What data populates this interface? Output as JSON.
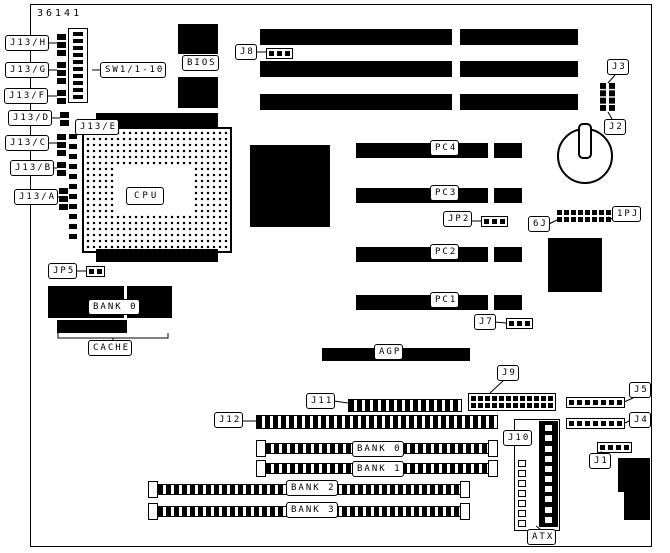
{
  "colors": {
    "ink": "#000000",
    "paper": "#ffffff"
  },
  "board": {
    "part_number": "36141"
  },
  "left_edge": {
    "j13h": "J13/H",
    "j13g": "J13/G",
    "j13f": "J13/F",
    "j13e": "J13/E",
    "j13d": "J13/D",
    "j13c": "J13/C",
    "j13b": "J13/B",
    "j13a": "J13/A",
    "sw1": "SW1/1-10",
    "jp5": "JP5"
  },
  "chips": {
    "bios": "BIOS",
    "cpu": "CPU"
  },
  "slots": {
    "pc4": "PC4",
    "pc3": "PC3",
    "pc2": "PC2",
    "pc1": "PC1",
    "agp": "AGP"
  },
  "connectors": {
    "j8": "J8",
    "j3": "J3",
    "j2": "J2",
    "jp2": "JP2",
    "j6": "6J",
    "pj1": "1PJ",
    "j7": "J7",
    "j9": "J9",
    "j11": "J11",
    "j12": "J12",
    "j5": "J5",
    "j4": "J4",
    "j10": "J10",
    "j1": "J1"
  },
  "cache": {
    "bank": "BANK 0",
    "label": "CACHE"
  },
  "memory": {
    "bank0": "BANK 0",
    "bank1": "BANK 1",
    "bank2": "BANK 2",
    "bank3": "BANK 3"
  },
  "power": {
    "atx": "ATX"
  }
}
